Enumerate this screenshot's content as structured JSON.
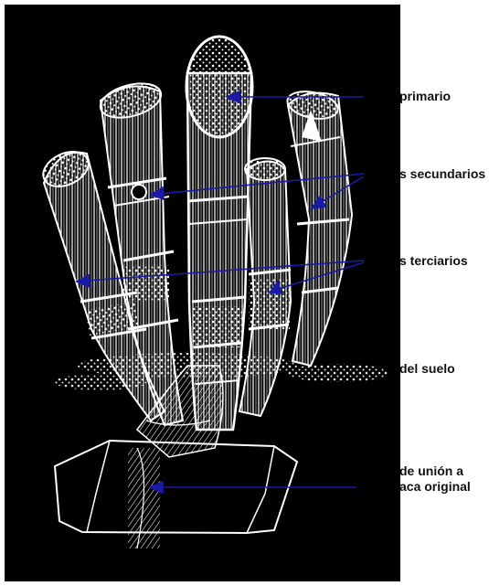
{
  "labels": {
    "primario": "primario",
    "secundarios": "s secundarios",
    "terciarios": "s terciarios",
    "suelo": "del suelo",
    "union_line1": "de unión a",
    "union_line2": "aca original"
  },
  "colors": {
    "background_panel": "#000000",
    "illustration": "#ffffff",
    "arrow": "#1a1aa8",
    "label_text": "#111111"
  },
  "icons": {
    "arrowhead": "triangle"
  }
}
